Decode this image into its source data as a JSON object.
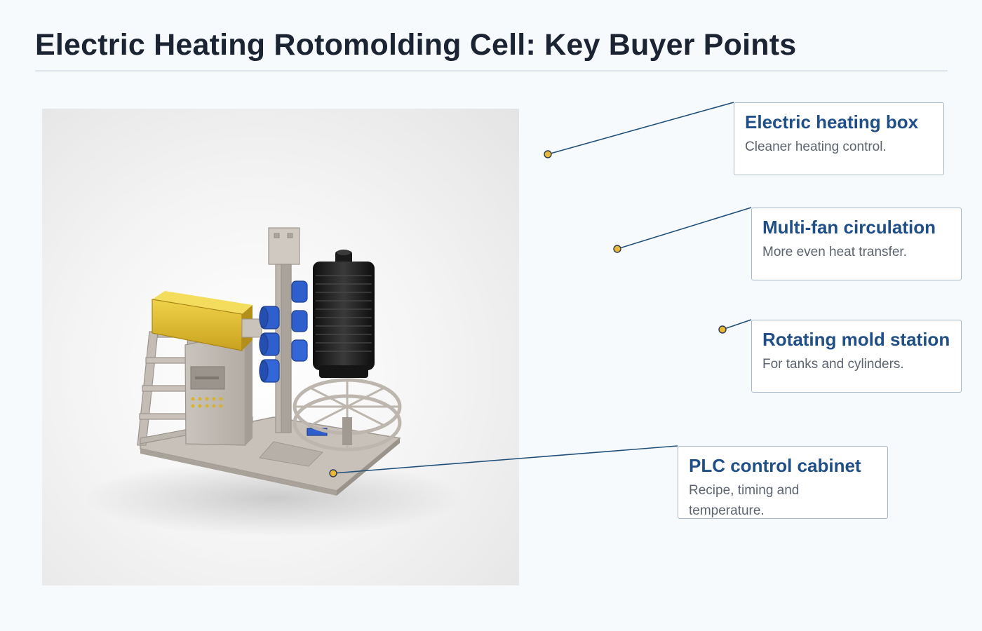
{
  "page": {
    "title": "Electric Heating Rotomolding Cell: Key Buyer Points"
  },
  "colors": {
    "title": "#1b2433",
    "card_title": "#1f4f86",
    "card_text": "#5c6470",
    "card_border": "#a9b8c9",
    "leader_line": "#1f4f7a",
    "marker": "#e8b73a",
    "heating_box": "#e9c53a",
    "fans": "#2f5fcc",
    "mold": "#1c1c1c",
    "frame": "#bdb6ae"
  },
  "callouts": [
    {
      "title": "Electric heating box",
      "description": "Cleaner heating control."
    },
    {
      "title": "Multi-fan circulation",
      "description": "More even heat transfer."
    },
    {
      "title": "Rotating mold station",
      "description": "For tanks and cylinders."
    },
    {
      "title": "PLC control cabinet",
      "description": "Recipe, timing and temperature."
    }
  ]
}
